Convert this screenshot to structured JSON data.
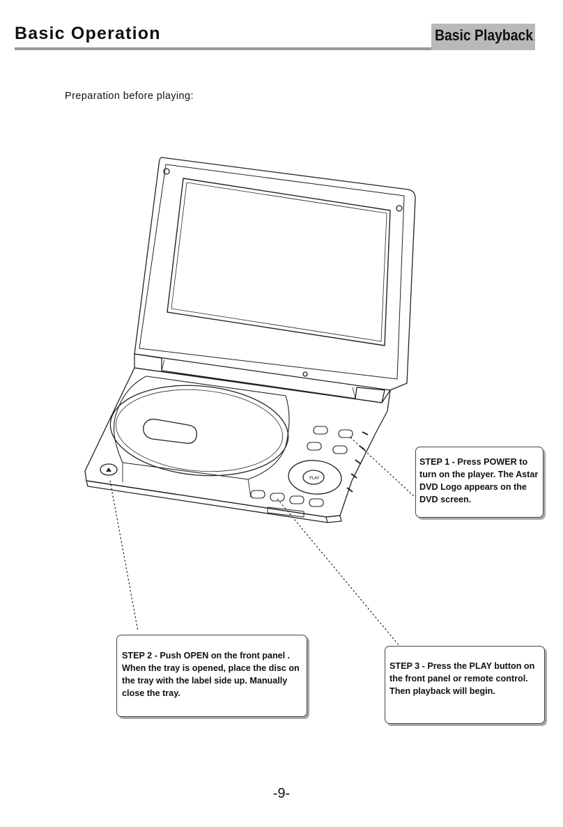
{
  "header": {
    "section_title": "Basic Operation",
    "tab_label": "Basic Playback"
  },
  "intro": {
    "text": "Preparation before playing:"
  },
  "steps": [
    {
      "text": "STEP 1 - Press POWER to\nturn on the player. The Astar\nDVD Logo appears on the\nDVD screen."
    },
    {
      "text": "STEP 2 - Push OPEN  on the front panel .\nWhen the tray is opened, place the disc on\nthe tray with the label side up. Manually\nclose the tray."
    },
    {
      "text": "STEP 3 - Press the PLAY button on\nthe front panel or remote control.\nThen playback will begin."
    }
  ],
  "footer": {
    "page_number": "-9-"
  }
}
